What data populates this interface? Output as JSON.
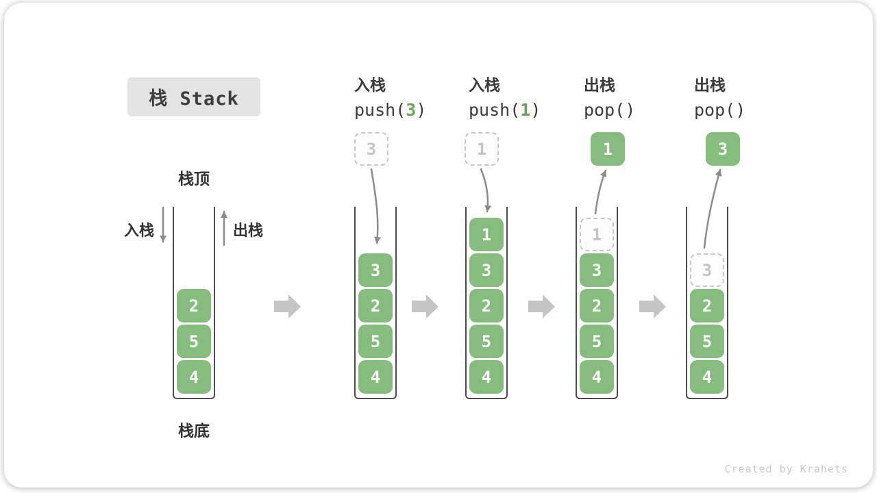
{
  "title": "栈 Stack",
  "side_labels": {
    "stack_top": "栈顶",
    "stack_bottom": "栈底",
    "push_arrow": "入栈",
    "pop_arrow": "出栈"
  },
  "operations": [
    {
      "label": "入栈",
      "fn": "push(",
      "arg": "3",
      "close": ")"
    },
    {
      "label": "入栈",
      "fn": "push(",
      "arg": "1",
      "close": ")"
    },
    {
      "label": "出栈",
      "fn": "pop(",
      "arg": "",
      "close": ")"
    },
    {
      "label": "出栈",
      "fn": "pop(",
      "arg": "",
      "close": ")"
    }
  ],
  "floating_values": [
    {
      "value": "3",
      "style": "ghost"
    },
    {
      "value": "1",
      "style": "ghost"
    },
    {
      "value": "1",
      "style": "solid"
    },
    {
      "value": "3",
      "style": "solid"
    }
  ],
  "stacks": [
    {
      "cells": [
        {
          "value": "2",
          "style": "solid"
        },
        {
          "value": "5",
          "style": "solid"
        },
        {
          "value": "4",
          "style": "solid"
        }
      ]
    },
    {
      "cells": [
        {
          "value": "3",
          "style": "solid"
        },
        {
          "value": "2",
          "style": "solid"
        },
        {
          "value": "5",
          "style": "solid"
        },
        {
          "value": "4",
          "style": "solid"
        }
      ]
    },
    {
      "cells": [
        {
          "value": "1",
          "style": "solid"
        },
        {
          "value": "3",
          "style": "solid"
        },
        {
          "value": "2",
          "style": "solid"
        },
        {
          "value": "5",
          "style": "solid"
        },
        {
          "value": "4",
          "style": "solid"
        }
      ]
    },
    {
      "cells": [
        {
          "value": "1",
          "style": "ghost"
        },
        {
          "value": "3",
          "style": "solid"
        },
        {
          "value": "2",
          "style": "solid"
        },
        {
          "value": "5",
          "style": "solid"
        },
        {
          "value": "4",
          "style": "solid"
        }
      ]
    },
    {
      "cells": [
        {
          "value": "3",
          "style": "ghost"
        },
        {
          "value": "2",
          "style": "solid"
        },
        {
          "value": "5",
          "style": "solid"
        },
        {
          "value": "4",
          "style": "solid"
        }
      ]
    }
  ],
  "watermark": "Created by Krahets",
  "colors": {
    "cell_green": "#84bd7c",
    "code_arg_green": "#61a855",
    "arrow_gray": "#8b8b8b",
    "block_arrow_gray": "#c5c5c5",
    "title_bg": "#e4e4e4",
    "text_dark": "#3b3b3b",
    "ghost_gray": "#c6c6c6"
  }
}
